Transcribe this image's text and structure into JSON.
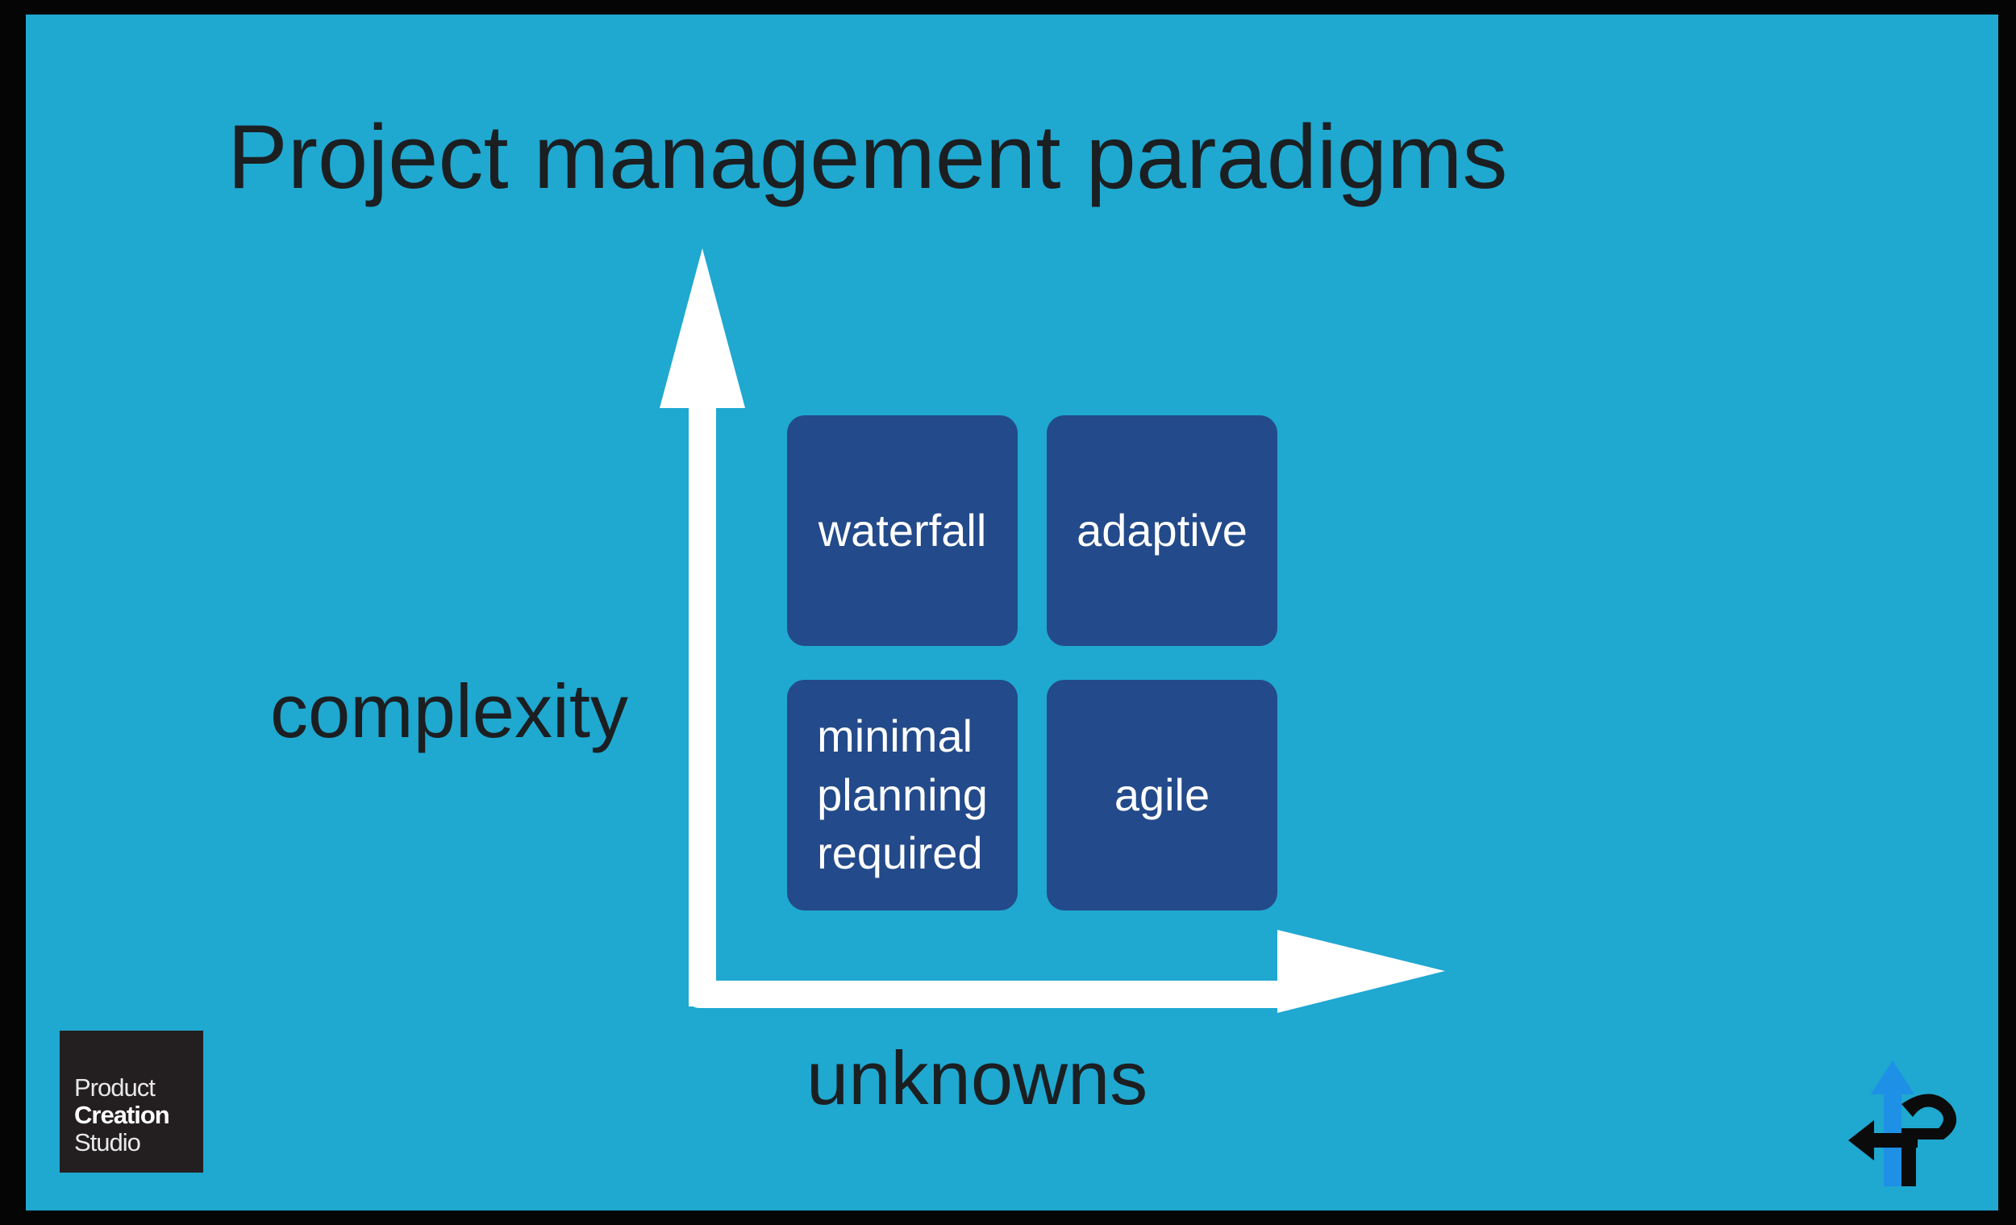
{
  "slide": {
    "title": "Project management paradigms",
    "background_color": "#1fa8d0"
  },
  "axes": {
    "y_label": "complexity",
    "x_label": "unknowns",
    "arrow_color": "#ffffff"
  },
  "quadrants": {
    "top_left": "waterfall",
    "top_right": "adaptive",
    "bottom_left": "minimal\nplanning\nrequired",
    "bottom_right": "agile",
    "box_color": "#234a8a"
  },
  "logo": {
    "line1": "Product",
    "line2": "Creation",
    "line3": "Studio"
  },
  "corner_icon": {
    "icon": "arrow-return-logo-icon",
    "colors": [
      "#1e90e6",
      "#0b0b0b"
    ]
  }
}
